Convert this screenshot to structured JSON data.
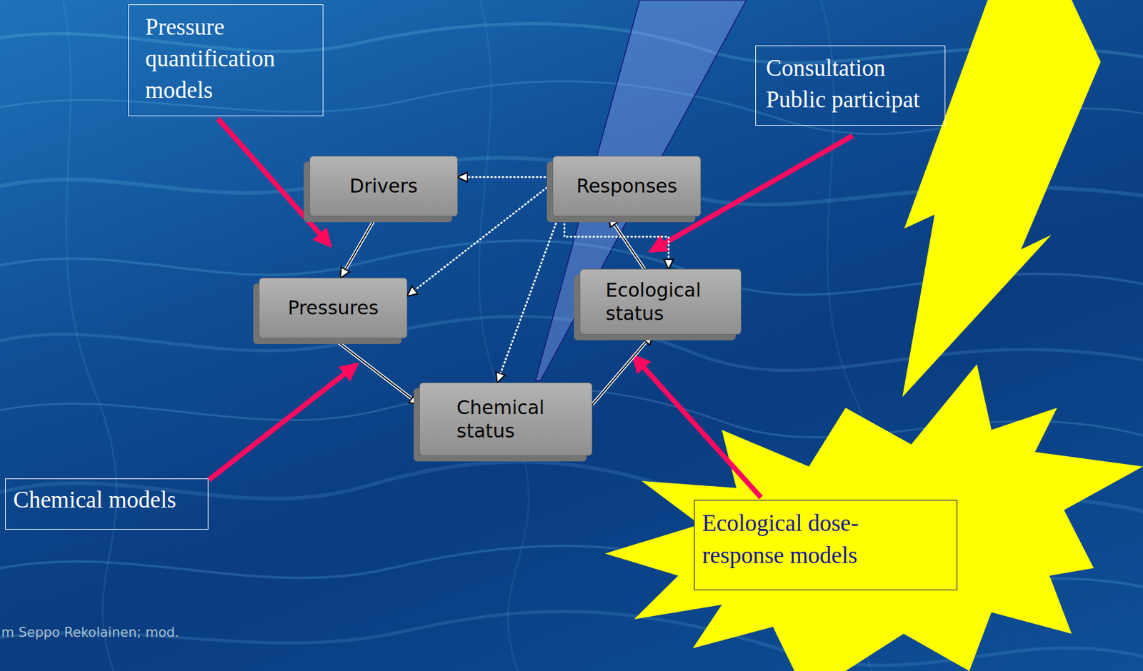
{
  "diagram": {
    "nodes": [
      {
        "text": [
          "Pressure quantification models"
        ]
      },
      {
        "text": [
          "Consultation Public participat"
        ]
      },
      {
        "text": [
          "Drivers"
        ]
      },
      {
        "text": [
          "Responses"
        ]
      },
      {
        "text": [
          "Pressures"
        ]
      },
      {
        "text": [
          "Ecological status"
        ]
      },
      {
        "text": [
          "Chemical status"
        ]
      },
      {
        "text": [
          "Chemical models"
        ]
      },
      {
        "text": [
          "Ecological dose-response models"
        ]
      }
    ],
    "edges": [
      {
        "from": 2,
        "to": 4,
        "arrow": "to"
      },
      {
        "from": 4,
        "to": 6,
        "arrow": "to"
      },
      {
        "from": 6,
        "to": 5,
        "arrow": "to"
      },
      {
        "from": 5,
        "to": 3,
        "arrow": "to"
      },
      {
        "from": 3,
        "to": 2,
        "arrow": "to"
      },
      {
        "from": 3,
        "to": 4,
        "arrow": "to"
      },
      {
        "from": 3,
        "to": 6,
        "arrow": "to"
      },
      {
        "from": 3,
        "to": 5,
        "arrow": "to"
      }
    ],
    "labels": [
      "m Seppo Rekolainen; mod."
    ]
  }
}
